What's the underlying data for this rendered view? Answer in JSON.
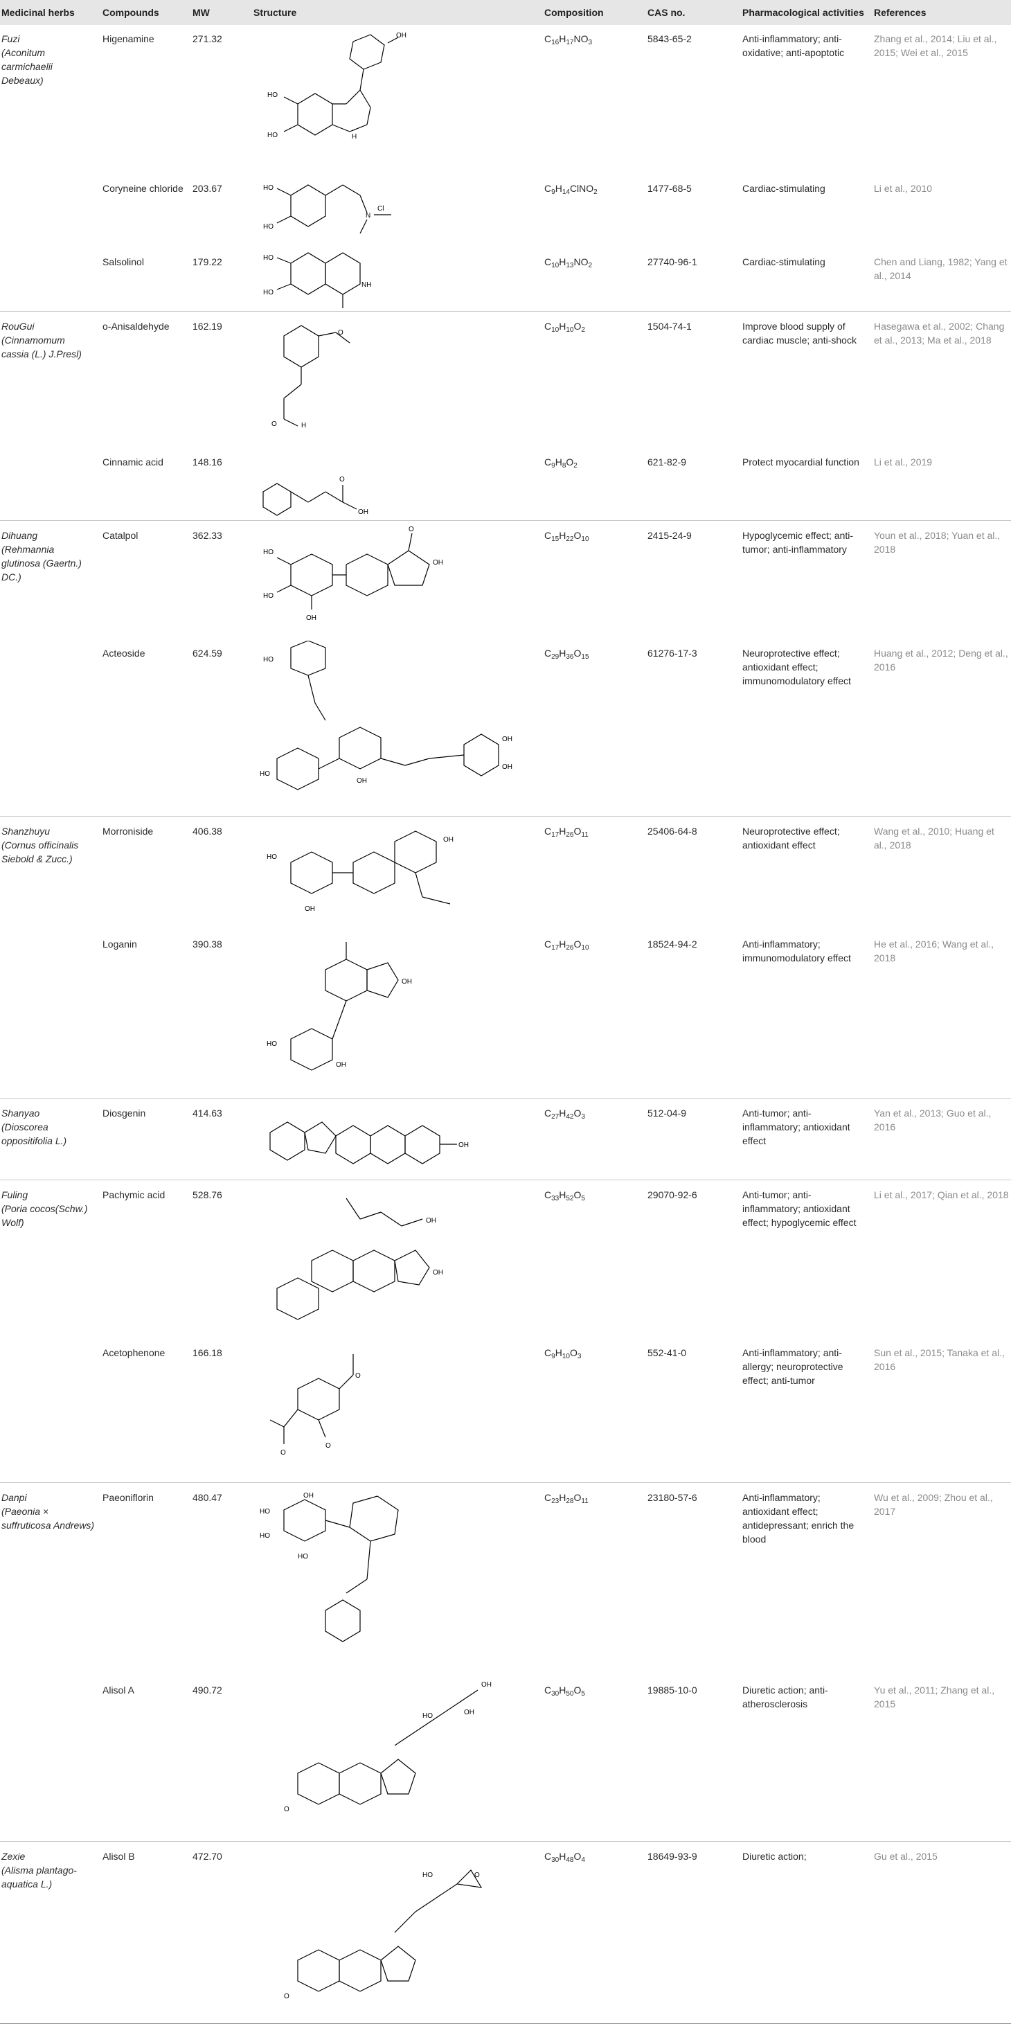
{
  "headers": {
    "herbs": "Medicinal herbs",
    "compounds": "Compounds",
    "mw": "MW",
    "structure": "Structure",
    "composition": "Composition",
    "cas": "CAS no.",
    "pharm": "Pharmacological activities",
    "refs": "References"
  },
  "herbs": [
    {
      "name": "Fuzi",
      "latin": "(Aconitum carmichaelii Debeaux)"
    },
    {
      "name": "RouGui",
      "latin": "(Cinnamomum cassia (L.) J.Presl)"
    },
    {
      "name": "Dihuang",
      "latin": "(Rehmannia glutinosa (Gaertn.) DC.)"
    },
    {
      "name": "Shanzhuyu",
      "latin": "(Cornus officinalis Siebold & Zucc.)"
    },
    {
      "name": "Shanyao",
      "latin": "(Dioscorea oppositifolia L.)"
    },
    {
      "name": "Fuling",
      "latin": "(Poria cocos(Schw.) Wolf)"
    },
    {
      "name": "Danpi",
      "latin": "(Paeonia × suffruticosa Andrews)"
    },
    {
      "name": "Zexie",
      "latin": "(Alisma plantago-aquatica L.)"
    }
  ],
  "rows": [
    {
      "compound": "Higenamine",
      "mw": "271.32",
      "formula": {
        "main": "C",
        "parts": [
          [
            "C",
            "16"
          ],
          [
            "H",
            "17"
          ],
          [
            "NO",
            "3"
          ]
        ]
      },
      "cas": "5843-65-2",
      "pharm": "Anti-inflammatory; anti-oxidative; anti-apoptotic",
      "refs": "Zhang et al., 2014; Liu et al., 2015; Wei et al., 2015"
    },
    {
      "compound": "Coryneine chloride",
      "mw": "203.67",
      "formula": {
        "parts": [
          [
            "C",
            "9"
          ],
          [
            "H",
            "14"
          ],
          [
            "ClNO",
            "2"
          ]
        ]
      },
      "cas": "1477-68-5",
      "pharm": "Cardiac-stimulating",
      "refs": "Li et al., 2010"
    },
    {
      "compound": "Salsolinol",
      "mw": "179.22",
      "formula": {
        "parts": [
          [
            "C",
            "10"
          ],
          [
            "H",
            "13"
          ],
          [
            "NO",
            "2"
          ]
        ]
      },
      "cas": "27740-96-1",
      "pharm": "Cardiac-stimulating",
      "refs": "Chen and Liang, 1982; Yang et al., 2014"
    },
    {
      "compound": "o-Anisaldehyde",
      "mw": "162.19",
      "formula": {
        "parts": [
          [
            "C",
            "10"
          ],
          [
            "H",
            "10"
          ],
          [
            "O",
            "2"
          ]
        ]
      },
      "cas": "1504-74-1",
      "pharm": "Improve blood supply of cardiac muscle; anti-shock",
      "refs": "Hasegawa et al., 2002; Chang et al., 2013; Ma et al., 2018"
    },
    {
      "compound": "Cinnamic acid",
      "mw": "148.16",
      "formula": {
        "parts": [
          [
            "C",
            "9"
          ],
          [
            "H",
            "8"
          ],
          [
            "O",
            "2"
          ]
        ]
      },
      "cas": "621-82-9",
      "pharm": "Protect myocardial function",
      "refs": "Li et al., 2019"
    },
    {
      "compound": "Catalpol",
      "mw": "362.33",
      "formula": {
        "parts": [
          [
            "C",
            "15"
          ],
          [
            "H",
            "22"
          ],
          [
            "O",
            "10"
          ]
        ]
      },
      "cas": "2415-24-9",
      "pharm": "Hypoglycemic effect; anti-tumor; anti-inflammatory",
      "refs": "Youn et al., 2018; Yuan et al., 2018"
    },
    {
      "compound": "Acteoside",
      "mw": "624.59",
      "formula": {
        "parts": [
          [
            "C",
            "29"
          ],
          [
            "H",
            "36"
          ],
          [
            "O",
            "15"
          ]
        ]
      },
      "cas": "61276-17-3",
      "pharm": "Neuroprotective effect; antioxidant effect; immunomodulatory effect",
      "refs": "Huang et al., 2012; Deng et al., 2016"
    },
    {
      "compound": "Morroniside",
      "mw": "406.38",
      "formula": {
        "parts": [
          [
            "C",
            "17"
          ],
          [
            "H",
            "26"
          ],
          [
            "O",
            "11"
          ]
        ]
      },
      "cas": "25406-64-8",
      "pharm": "Neuroprotective effect; antioxidant effect",
      "refs": "Wang et al., 2010; Huang et al., 2018"
    },
    {
      "compound": "Loganin",
      "mw": "390.38",
      "formula": {
        "parts": [
          [
            "C",
            "17"
          ],
          [
            "H",
            "26"
          ],
          [
            "O",
            "10"
          ]
        ]
      },
      "cas": "18524-94-2",
      "pharm": "Anti-inflammatory; immunomodulatory effect",
      "refs": "He et al., 2016; Wang et al., 2018"
    },
    {
      "compound": "Diosgenin",
      "mw": "414.63",
      "formula": {
        "parts": [
          [
            "C",
            "27"
          ],
          [
            "H",
            "42"
          ],
          [
            "O",
            "3"
          ]
        ]
      },
      "cas": "512-04-9",
      "pharm": "Anti-tumor; anti-inflammatory; antioxidant effect",
      "refs": "Yan et al., 2013; Guo et al., 2016"
    },
    {
      "compound": "Pachymic acid",
      "mw": "528.76",
      "formula": {
        "parts": [
          [
            "C",
            "33"
          ],
          [
            "H",
            "52"
          ],
          [
            "O",
            "5"
          ]
        ]
      },
      "cas": "29070-92-6",
      "pharm": "Anti-tumor; anti-inflammatory; antioxidant effect; hypoglycemic effect",
      "refs": "Li et al., 2017; Qian et al., 2018"
    },
    {
      "compound": "Acetophenone",
      "mw": "166.18",
      "formula": {
        "parts": [
          [
            "C",
            "9"
          ],
          [
            "H",
            "10"
          ],
          [
            "O",
            "3"
          ]
        ]
      },
      "cas": "552-41-0",
      "pharm": "Anti-inflammatory; anti-allergy; neuroprotective effect; anti-tumor",
      "refs": "Sun et al., 2015; Tanaka et al., 2016"
    },
    {
      "compound": "Paeoniflorin",
      "mw": "480.47",
      "formula": {
        "parts": [
          [
            "C",
            "23"
          ],
          [
            "H",
            "28"
          ],
          [
            "O",
            "11"
          ]
        ]
      },
      "cas": "23180-57-6",
      "pharm": "Anti-inflammatory; antioxidant effect; antidepressant; enrich the blood",
      "refs": "Wu et al., 2009; Zhou et al., 2017"
    },
    {
      "compound": "Alisol A",
      "mw": "490.72",
      "formula": {
        "parts": [
          [
            "C",
            "30"
          ],
          [
            "H",
            "50"
          ],
          [
            "O",
            "5"
          ]
        ]
      },
      "cas": "19885-10-0",
      "pharm": "Diuretic action; anti-atherosclerosis",
      "refs": "Yu et al., 2011; Zhang et al., 2015"
    },
    {
      "compound": "Alisol B",
      "mw": "472.70",
      "formula": {
        "parts": [
          [
            "C",
            "30"
          ],
          [
            "H",
            "48"
          ],
          [
            "O",
            "4"
          ]
        ]
      },
      "cas": "18649-93-9",
      "pharm": "Diuretic action;",
      "refs": "Gu et al., 2015"
    }
  ],
  "structure_labels": {
    "oh": "OH",
    "ho": "HO",
    "h": "H",
    "o": "O",
    "nh": "NH",
    "n_plus": "N",
    "cl_minus": "Cl"
  }
}
